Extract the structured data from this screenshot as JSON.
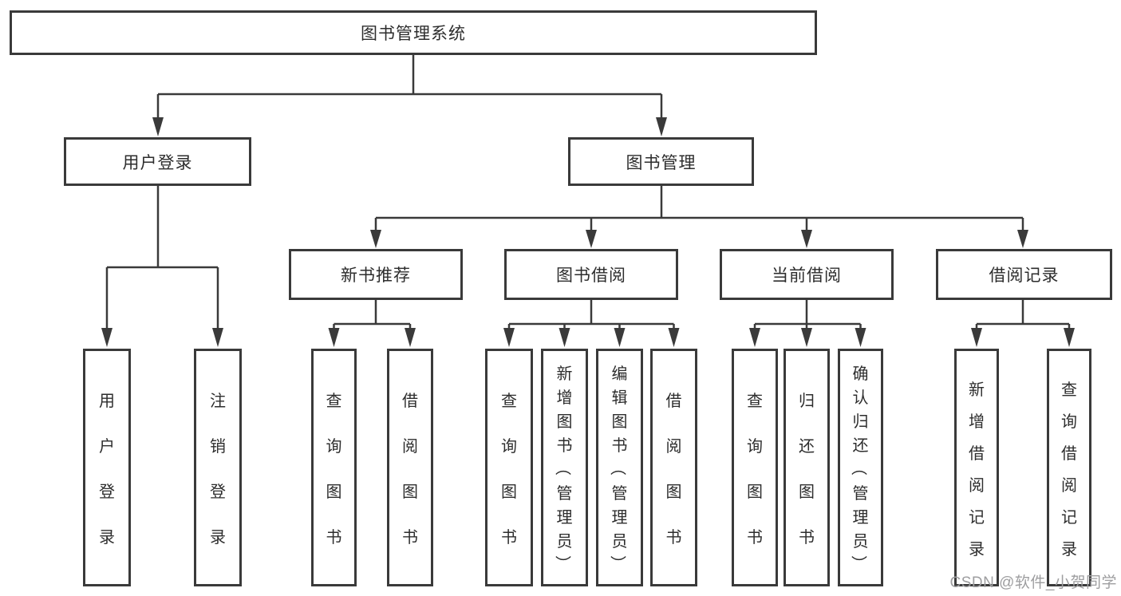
{
  "diagram": {
    "root": {
      "label": "图书管理系统"
    },
    "branches": [
      {
        "label": "用户登录",
        "children": [
          {
            "label": "用户登录"
          },
          {
            "label": "注销登录"
          }
        ]
      },
      {
        "label": "图书管理",
        "children": [
          {
            "label": "新书推荐",
            "children": [
              {
                "label": "查询图书"
              },
              {
                "label": "借阅图书"
              }
            ]
          },
          {
            "label": "图书借阅",
            "children": [
              {
                "label": "查询图书"
              },
              {
                "label": "新增图书（管理员）"
              },
              {
                "label": "编辑图书（管理员）"
              },
              {
                "label": "借阅图书"
              }
            ]
          },
          {
            "label": "当前借阅",
            "children": [
              {
                "label": "查询图书"
              },
              {
                "label": "归还图书"
              },
              {
                "label": "确认归还（管理员）"
              }
            ]
          },
          {
            "label": "借阅记录",
            "children": [
              {
                "label": "新增借阅记录"
              },
              {
                "label": "查询借阅记录"
              }
            ]
          }
        ]
      }
    ]
  },
  "watermark": {
    "text": "CSDN @软件_小贺同学"
  },
  "colors": {
    "line": "#3a3a3a",
    "text": "#2d2d2d",
    "background": "#ffffff",
    "watermark": "#9e9ea0"
  }
}
